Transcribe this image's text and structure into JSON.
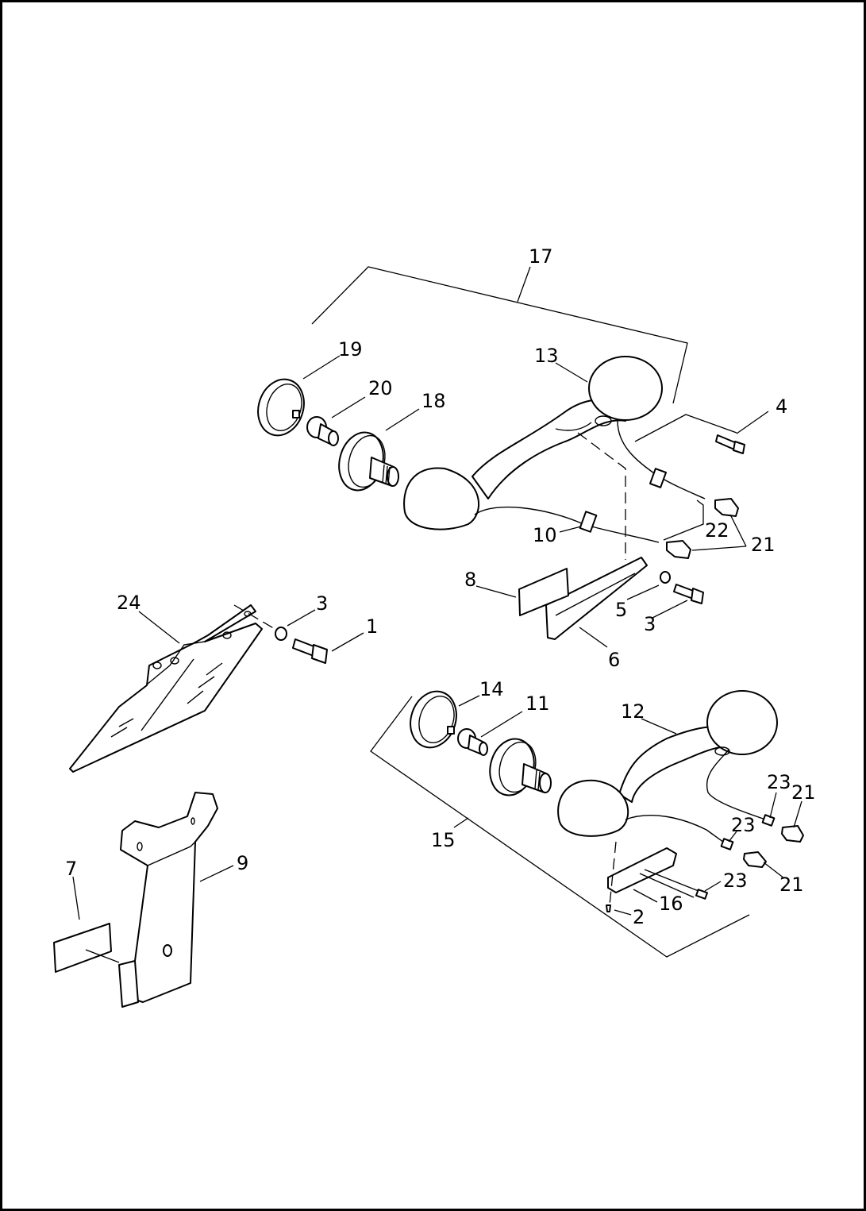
{
  "diagram": {
    "type": "exploded-parts-view",
    "callouts": {
      "c17": "17",
      "c19": "19",
      "c20": "20",
      "c18": "18",
      "c13": "13",
      "c4": "4",
      "c22": "22",
      "c21a": "21",
      "c10": "10",
      "c8": "8",
      "c5": "5",
      "c3a": "3",
      "c6": "6",
      "c24": "24",
      "c3b": "3",
      "c1": "1",
      "c14": "14",
      "c11": "11",
      "c12": "12",
      "c23a": "23",
      "c21b": "21",
      "c23b": "23",
      "c15": "15",
      "c21c": "21",
      "c23c": "23",
      "c16": "16",
      "c2": "2",
      "c7": "7",
      "c9": "9"
    }
  }
}
